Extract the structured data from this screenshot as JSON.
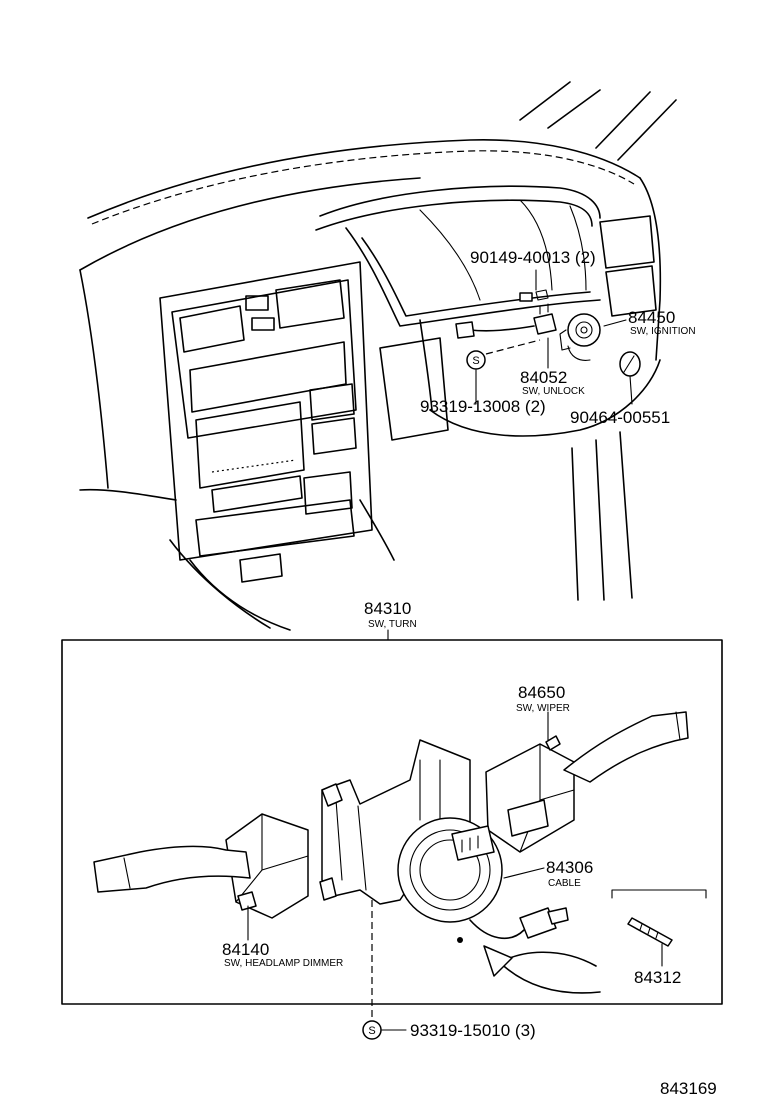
{
  "figure_id": "843169",
  "labels": {
    "p90149": "90149-40013 (2)",
    "p84450": "84450",
    "p84450_name": "SW, IGNITION",
    "p84052": "84052",
    "p84052_name": "SW, UNLOCK",
    "p93319a": "93319-13008 (2)",
    "p90464": "90464-00551",
    "p84310": "84310",
    "p84310_name": "SW, TURN",
    "p84650": "84650",
    "p84650_name": "SW, WIPER",
    "p84306": "84306",
    "p84306_name": "CABLE",
    "p84140": "84140",
    "p84140_name": "SW, HEADLAMP DIMMER",
    "p84312": "84312",
    "p93319b": "93319-15010 (3)",
    "s_symbol": "S"
  }
}
